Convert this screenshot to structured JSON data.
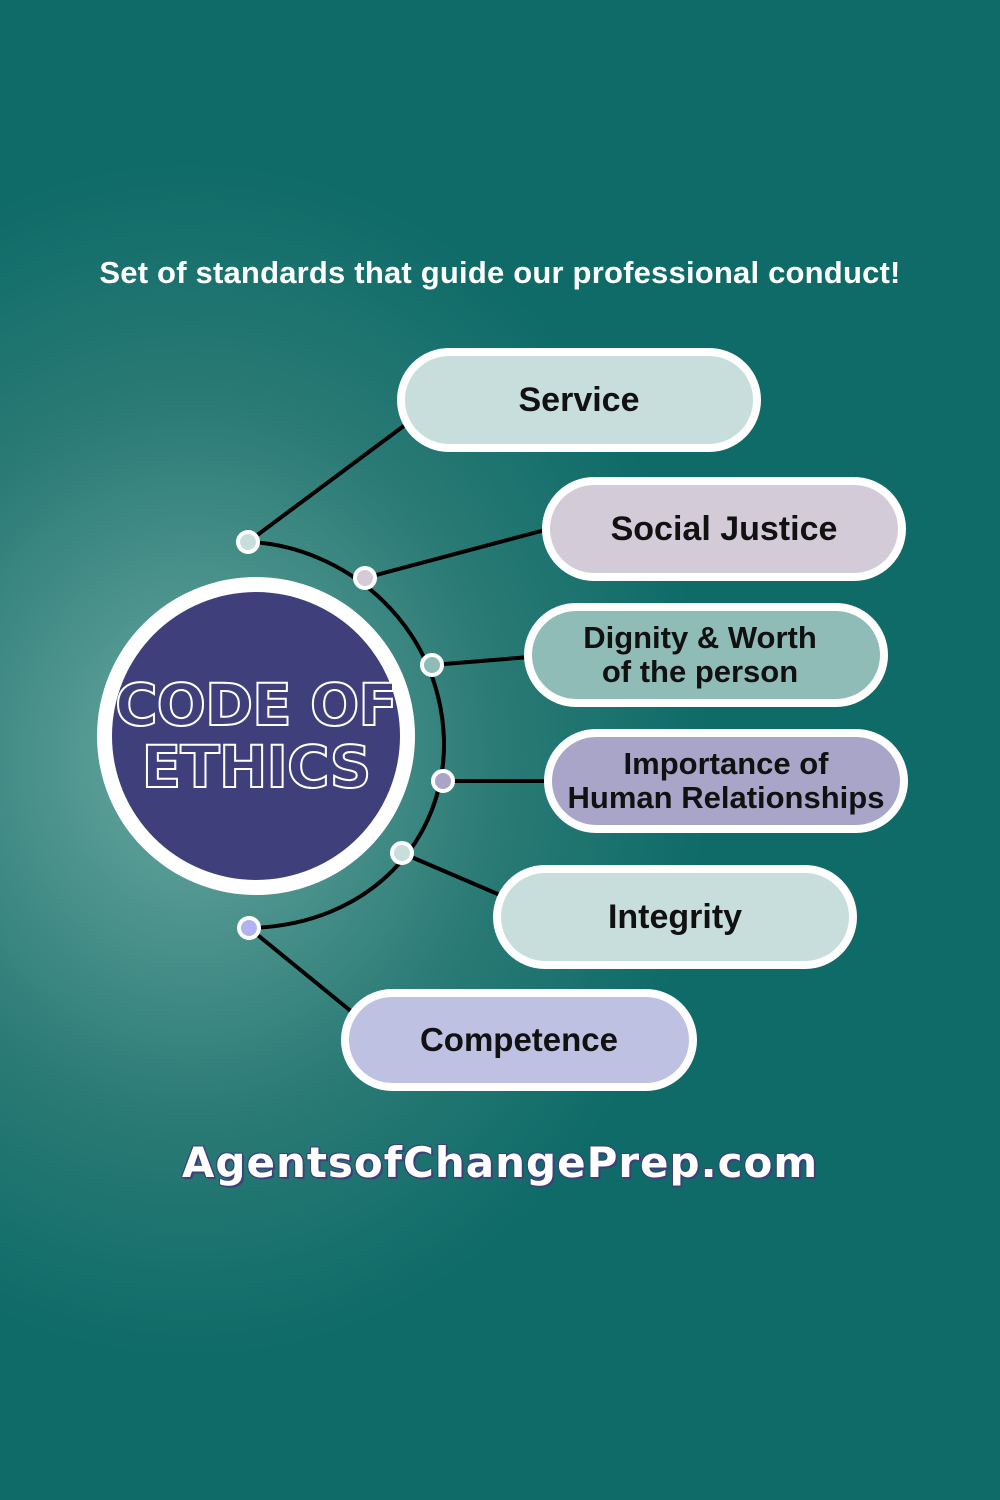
{
  "subtitle": "Set of standards that guide our professional conduct!",
  "hub": {
    "line1": "CODE OF",
    "line2": "ETHICS",
    "fill_color": "#3f3f7c",
    "ring_color": "#ffffff"
  },
  "values": [
    {
      "label": "Service",
      "color": "#c7dedc"
    },
    {
      "label": "Social Justice",
      "color": "#d3cbd8"
    },
    {
      "label_line1": "Dignity & Worth",
      "label_line2": "of the person",
      "color": "#8fbcb7"
    },
    {
      "label_line1": "Importance of",
      "label_line2": "Human Relationships",
      "color": "#a9a5c8"
    },
    {
      "label": "Integrity",
      "color": "#c7dedc"
    },
    {
      "label": "Competence",
      "color": "#bfc1e3"
    }
  ],
  "footer": "AgentsofChangePrep.com",
  "colors": {
    "background": "#0e6b68",
    "connector": "#000000",
    "text": "#111111"
  }
}
